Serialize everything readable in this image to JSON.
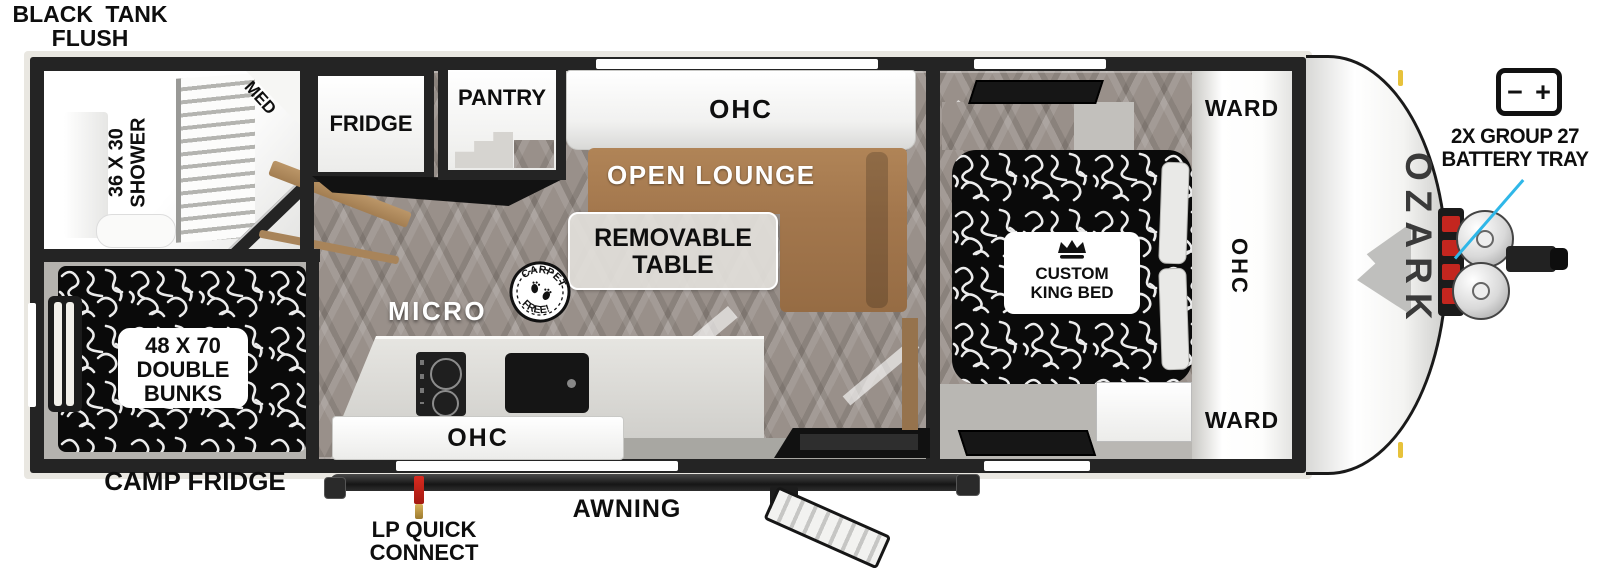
{
  "callouts": {
    "black_tank_flush": {
      "line1": "BLACK TANK",
      "line2": "FLUSH"
    },
    "camp_fridge": "CAMP FRIDGE",
    "lp_quick_connect": {
      "line1": "LP QUICK",
      "line2": "CONNECT"
    },
    "awning": "AWNING",
    "battery": {
      "minus": "−",
      "plus": "+",
      "line1": "2X GROUP 27",
      "line2": "BATTERY TRAY"
    }
  },
  "rooms": {
    "bathroom": {
      "shower": {
        "line1": "36 X 30",
        "line2": "SHOWER"
      },
      "med": "MED"
    },
    "kitchen": {
      "fridge": "FRIDGE",
      "pantry": "PANTRY",
      "ohc_top": "OHC",
      "micro": "MICRO",
      "ohc_lower": "OHC"
    },
    "lounge": {
      "name": "OPEN LOUNGE",
      "table": {
        "line1": "REMOVABLE",
        "line2": "TABLE"
      }
    },
    "bunkroom": {
      "bed": {
        "line1": "48 X 70",
        "line2": "DOUBLE",
        "line3": "BUNKS"
      }
    },
    "bedroom": {
      "ward_top": "WARD",
      "ohc_side": "OHC",
      "ward_bottom": "WARD",
      "bed": {
        "line1": "CUSTOM",
        "line2": "KING BED"
      }
    }
  },
  "badge": {
    "arc_top": "CARPET",
    "arc_bottom": "FREE!"
  },
  "brand": {
    "name": "OZARK"
  },
  "colors": {
    "wall": "#242424",
    "sofa": "#ab7f54",
    "callout_line": "#2fb7e8",
    "lp_red": "#c8281c",
    "clearance_yellow": "#e7c23b"
  }
}
